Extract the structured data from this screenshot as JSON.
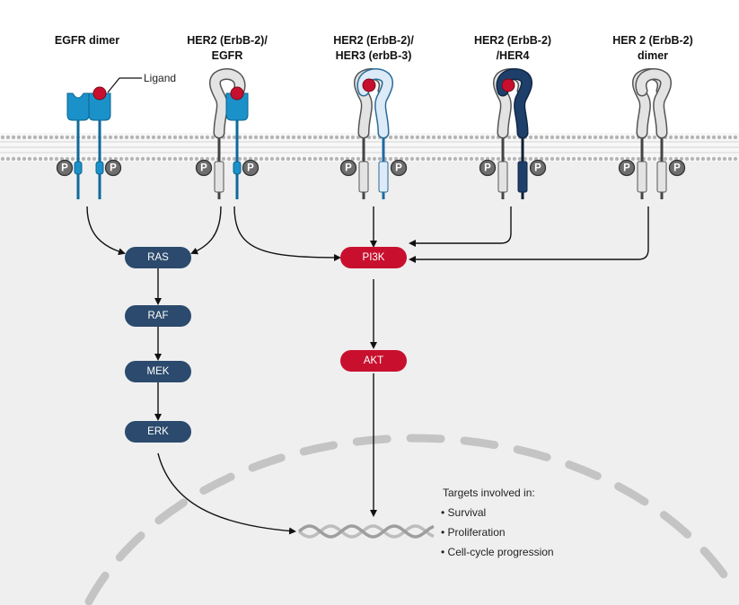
{
  "receptors": [
    {
      "title_line1": "EGFR dimer",
      "title_line2": ""
    },
    {
      "title_line1": "HER2 (ErbB-2)/",
      "title_line2": "EGFR"
    },
    {
      "title_line1": "HER2 (ErbB-2)/",
      "title_line2": "HER3 (erbB-3)"
    },
    {
      "title_line1": "HER2 (ErbB-2)",
      "title_line2": "/HER4"
    },
    {
      "title_line1": "HER 2 (ErbB-2)",
      "title_line2": "dimer"
    }
  ],
  "ligand_label": "Ligand",
  "phospho_label": "P",
  "mapk_pathway": [
    "RAS",
    "RAF",
    "MEK",
    "ERK"
  ],
  "pi3k_pathway": [
    "PI3K",
    "AKT"
  ],
  "targets": {
    "heading": "Targets involved in:",
    "items": [
      "• Survival",
      "• Proliferation",
      "• Cell-cycle progression"
    ]
  },
  "colors": {
    "egfr": "#1b91c9",
    "her2": "#e3e3e3",
    "her3": "#dcebf7",
    "her4": "#1f3f6b",
    "ligand": "#c8102e",
    "mapk_node": "#2b4a6d",
    "pi3k_node": "#c8102e",
    "cytoplasm": "#efefef"
  }
}
